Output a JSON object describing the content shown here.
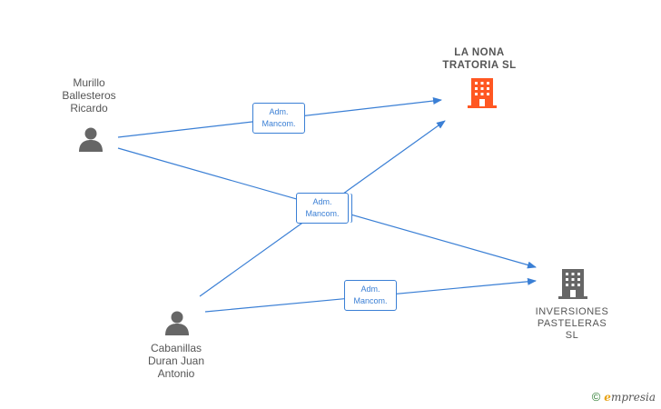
{
  "nodes": {
    "murillo": {
      "label": "Murillo\nBallesteros\nRicardo"
    },
    "cabanillas": {
      "label": "Cabanillas\nDuran Juan\nAntonio"
    },
    "la_nona": {
      "label": "LA NONA\nTRATORIA  SL"
    },
    "inversiones": {
      "label": "INVERSIONES\nPASTELERAS\nSL"
    }
  },
  "edges": [
    {
      "label": "Adm.\nMancom."
    },
    {
      "label": "Adm.\nMancom."
    },
    {
      "label": "Adm.\nMancom."
    }
  ],
  "colors": {
    "edge": "#3a7fd5",
    "person_icon": "#666666",
    "company_primary_icon": "#ff5722",
    "company_icon": "#666666"
  },
  "watermark": {
    "symbol": "©",
    "brand_first": "e",
    "brand_rest": "mpresia"
  }
}
